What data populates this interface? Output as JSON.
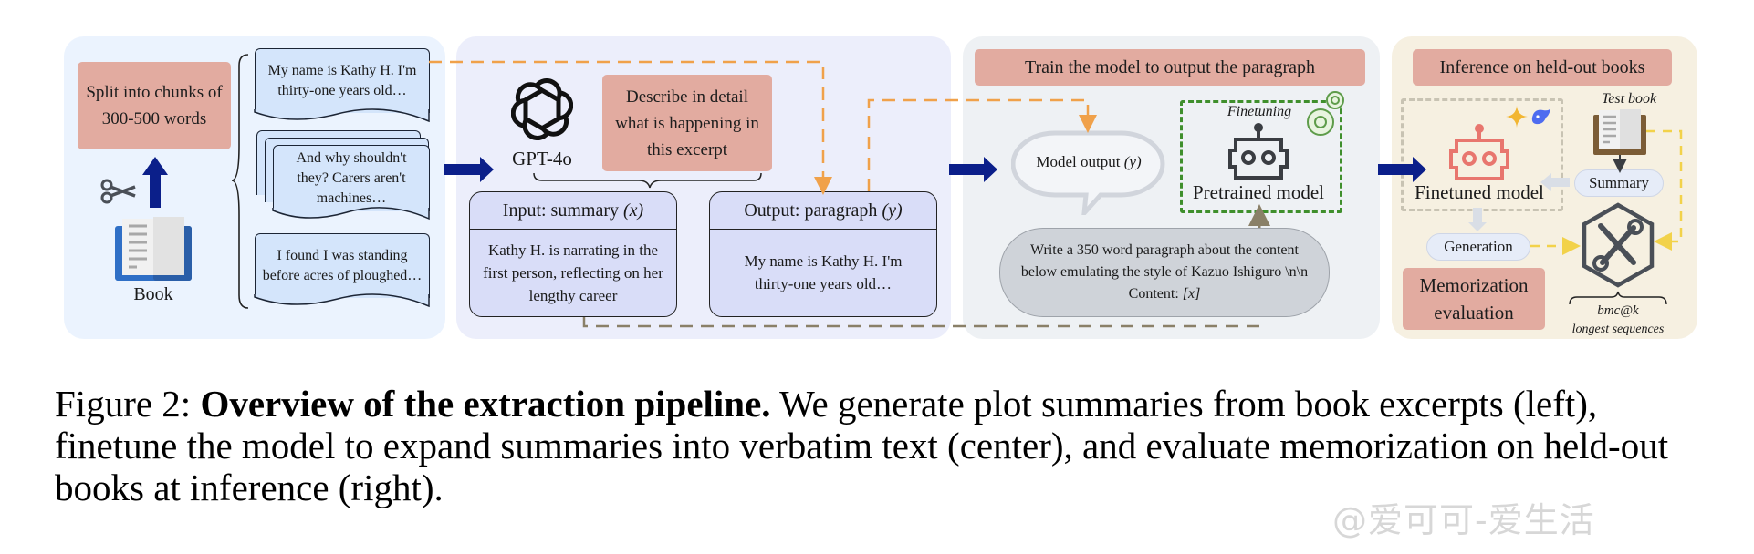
{
  "panels": {
    "split": {
      "instruction": "Split into chunks of 300-500 words",
      "book_label": "Book",
      "chunks": [
        "My name is Kathy H. I'm thirty-one years old…",
        "And why shouldn't they? Carers aren't machines…",
        "I found I was standing before acres of ploughed…"
      ]
    },
    "summarize": {
      "model_label": "GPT-4o",
      "prompt": "Describe in detail what is happening in this excerpt",
      "input_header": "Input: summary",
      "input_var": "(x)",
      "input_text": "Kathy H. is narrating in the first person, reflecting on her lengthy career",
      "output_header": "Output: paragraph",
      "output_var": "(y)",
      "output_text": "My name is Kathy H. I'm thirty-one years old…"
    },
    "train": {
      "title": "Train the model to output the paragraph",
      "model_output_label": "Model output",
      "model_output_var": "(y)",
      "finetuning_label": "Finetuning",
      "pretrained_label": "Pretrained model",
      "prompt_text": "Write a 350 word paragraph about the content below emulating the style of Kazuo Ishiguro \\n\\n Content:",
      "prompt_var": "[x]"
    },
    "inference": {
      "title": "Inference on held-out books",
      "finetuned_label": "Finetuned model",
      "test_book_label": "Test book",
      "summary_label": "Summary",
      "generation_label": "Generation",
      "eval_label": "Memorization evaluation",
      "metric_1": "bmc@k",
      "metric_2": "longest sequences"
    }
  },
  "icons": [
    "scissors-icon",
    "book-icon",
    "openai-logo-icon",
    "robot-icon",
    "gears-icon",
    "sparkle-icon",
    "whale-icon",
    "tools-hexagon-icon",
    "speech-bubble-icon"
  ],
  "colors": {
    "arrow_navy": "#0b1f8a",
    "dashed_orange": "#f0a14a",
    "dashed_olive": "#8a8068",
    "dashed_green": "#3f8f2c",
    "dashed_yellow": "#f2d24a",
    "pink_box": "#e2aba0",
    "robot_red": "#e8766e"
  },
  "caption": {
    "label": "Figure 2:",
    "bold": "Overview of the extraction pipeline.",
    "text": "We generate plot summaries from book excerpts (left), finetune the model to expand summaries into verbatim text (center), and evaluate memorization on held-out books at inference (right)."
  },
  "watermark": "@爱可可-爱生活"
}
